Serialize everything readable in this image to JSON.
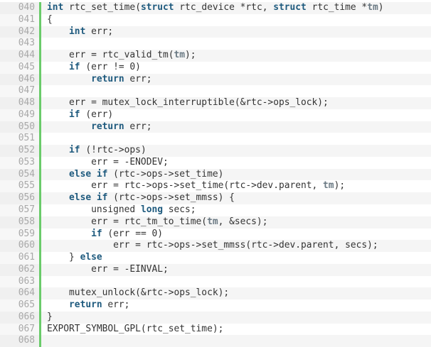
{
  "viewer": {
    "colors": {
      "keyword": "#1e5a7e",
      "param": "#6b7a84",
      "text": "#333333",
      "line_number": "#a8a8a8",
      "change_bar": "#6acb6a"
    },
    "lines": [
      {
        "num": "040",
        "segments": [
          {
            "t": "int",
            "k": "kw"
          },
          {
            "t": " rtc_set_time("
          },
          {
            "t": "struct",
            "k": "kw"
          },
          {
            "t": " rtc_device *rtc, "
          },
          {
            "t": "struct",
            "k": "kw"
          },
          {
            "t": " rtc_time *"
          },
          {
            "t": "tm",
            "k": "arg"
          },
          {
            "t": ")"
          }
        ]
      },
      {
        "num": "041",
        "segments": [
          {
            "t": "{"
          }
        ]
      },
      {
        "num": "042",
        "segments": [
          {
            "t": "    "
          },
          {
            "t": "int",
            "k": "kw"
          },
          {
            "t": " err;"
          }
        ]
      },
      {
        "num": "043",
        "segments": []
      },
      {
        "num": "044",
        "segments": [
          {
            "t": "    err = rtc_valid_tm("
          },
          {
            "t": "tm",
            "k": "arg"
          },
          {
            "t": ");"
          }
        ]
      },
      {
        "num": "045",
        "segments": [
          {
            "t": "    "
          },
          {
            "t": "if",
            "k": "kw"
          },
          {
            "t": " (err != 0)"
          }
        ]
      },
      {
        "num": "046",
        "segments": [
          {
            "t": "        "
          },
          {
            "t": "return",
            "k": "kw"
          },
          {
            "t": " err;"
          }
        ]
      },
      {
        "num": "047",
        "segments": []
      },
      {
        "num": "048",
        "segments": [
          {
            "t": "    err = mutex_lock_interruptible(&rtc->ops_lock);"
          }
        ]
      },
      {
        "num": "049",
        "segments": [
          {
            "t": "    "
          },
          {
            "t": "if",
            "k": "kw"
          },
          {
            "t": " (err)"
          }
        ]
      },
      {
        "num": "050",
        "segments": [
          {
            "t": "        "
          },
          {
            "t": "return",
            "k": "kw"
          },
          {
            "t": " err;"
          }
        ]
      },
      {
        "num": "051",
        "segments": []
      },
      {
        "num": "052",
        "segments": [
          {
            "t": "    "
          },
          {
            "t": "if",
            "k": "kw"
          },
          {
            "t": " (!rtc->ops)"
          }
        ]
      },
      {
        "num": "053",
        "segments": [
          {
            "t": "        err = -ENODEV;"
          }
        ]
      },
      {
        "num": "054",
        "segments": [
          {
            "t": "    "
          },
          {
            "t": "else if",
            "k": "kw"
          },
          {
            "t": " (rtc->ops->set_time)"
          }
        ]
      },
      {
        "num": "055",
        "segments": [
          {
            "t": "        err = rtc->ops->set_time(rtc->dev.parent, "
          },
          {
            "t": "tm",
            "k": "arg"
          },
          {
            "t": ");"
          }
        ]
      },
      {
        "num": "056",
        "segments": [
          {
            "t": "    "
          },
          {
            "t": "else if",
            "k": "kw"
          },
          {
            "t": " (rtc->ops->set_mmss) {"
          }
        ]
      },
      {
        "num": "057",
        "segments": [
          {
            "t": "        unsigned "
          },
          {
            "t": "long",
            "k": "kw"
          },
          {
            "t": " secs;"
          }
        ]
      },
      {
        "num": "058",
        "segments": [
          {
            "t": "        err = rtc_tm_to_time("
          },
          {
            "t": "tm",
            "k": "arg"
          },
          {
            "t": ", &secs);"
          }
        ]
      },
      {
        "num": "059",
        "segments": [
          {
            "t": "        "
          },
          {
            "t": "if",
            "k": "kw"
          },
          {
            "t": " (err == 0)"
          }
        ]
      },
      {
        "num": "060",
        "segments": [
          {
            "t": "            err = rtc->ops->set_mmss(rtc->dev.parent, secs);"
          }
        ]
      },
      {
        "num": "061",
        "segments": [
          {
            "t": "    } "
          },
          {
            "t": "else",
            "k": "kw"
          }
        ]
      },
      {
        "num": "062",
        "segments": [
          {
            "t": "        err = -EINVAL;"
          }
        ]
      },
      {
        "num": "063",
        "segments": []
      },
      {
        "num": "064",
        "segments": [
          {
            "t": "    mutex_unlock(&rtc->ops_lock);"
          }
        ]
      },
      {
        "num": "065",
        "segments": [
          {
            "t": "    "
          },
          {
            "t": "return",
            "k": "kw"
          },
          {
            "t": " err;"
          }
        ]
      },
      {
        "num": "066",
        "segments": [
          {
            "t": "}"
          }
        ]
      },
      {
        "num": "067",
        "segments": [
          {
            "t": "EXPORT_SYMBOL_GPL(rtc_set_time);"
          }
        ]
      },
      {
        "num": "068",
        "segments": []
      }
    ]
  }
}
